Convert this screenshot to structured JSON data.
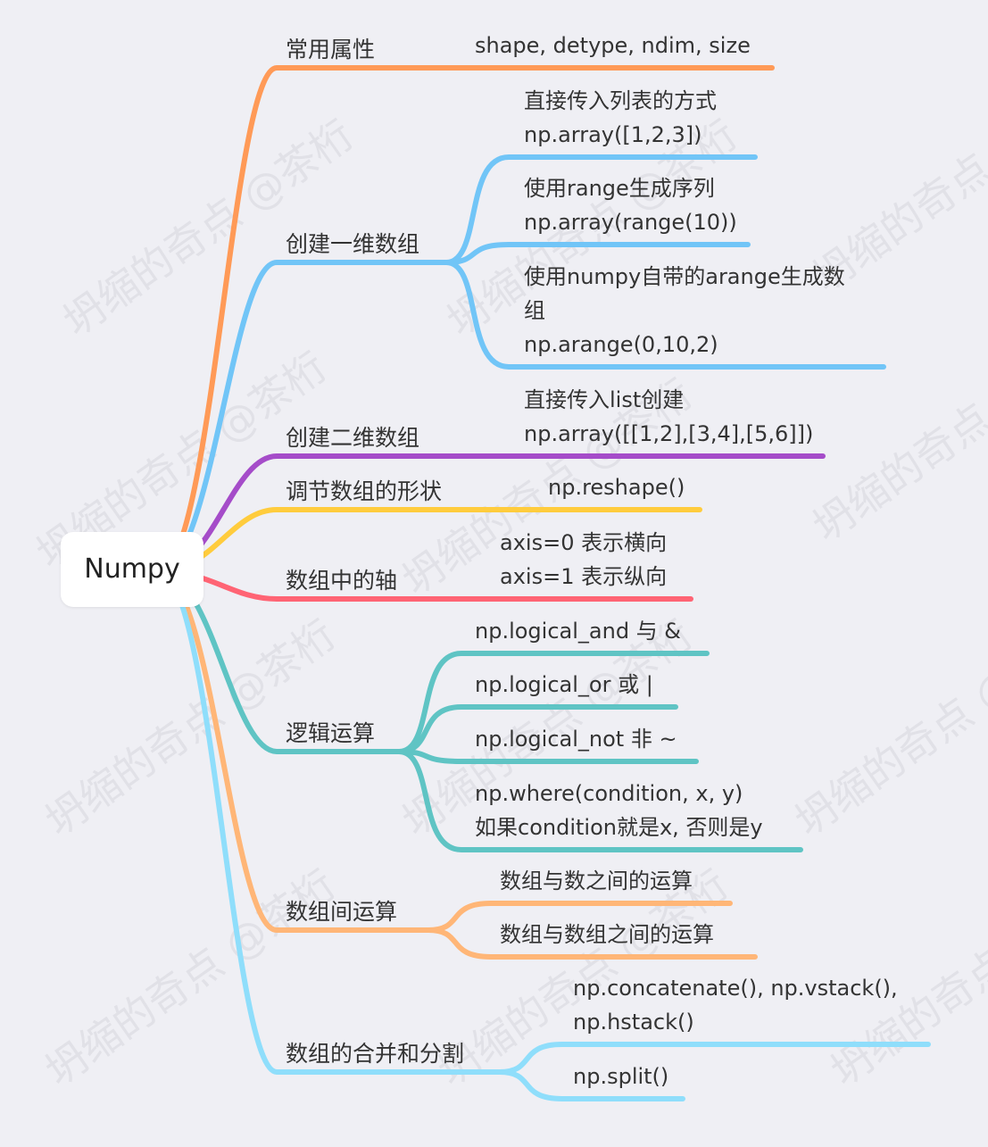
{
  "root": {
    "label": "Numpy"
  },
  "branches": [
    {
      "label": "常用属性",
      "color": "#ff9a57",
      "leaves": [
        {
          "lines": [
            "shape, detype, ndim, size"
          ]
        }
      ]
    },
    {
      "label": "创建一维数组",
      "color": "#71c5f7",
      "leaves": [
        {
          "lines": [
            "直接传入列表的方式",
            "np.array([1,2,3])"
          ]
        },
        {
          "lines": [
            "使用range生成序列",
            "np.array(range(10))"
          ]
        },
        {
          "lines": [
            "使用numpy自带的arange生成数",
            "组",
            "np.arange(0,10,2)"
          ]
        }
      ]
    },
    {
      "label": "创建二维数组",
      "color": "#a54cc9",
      "leaves": [
        {
          "lines": [
            "直接传入list创建",
            "np.array([[1,2],[3,4],[5,6]])"
          ]
        }
      ]
    },
    {
      "label": "调节数组的形状",
      "color": "#ffcc3d",
      "leaves": [
        {
          "lines": [
            "np.reshape()"
          ]
        }
      ]
    },
    {
      "label": "数组中的轴",
      "color": "#ff6474",
      "leaves": [
        {
          "lines": [
            "axis=0 表示横向",
            "axis=1 表示纵向"
          ]
        }
      ]
    },
    {
      "label": "逻辑运算",
      "color": "#5fc4c4",
      "leaves": [
        {
          "lines": [
            "np.logical_and 与 &"
          ]
        },
        {
          "lines": [
            "np.logical_or 或 |"
          ]
        },
        {
          "lines": [
            "np.logical_not 非 ~"
          ]
        },
        {
          "lines": [
            "np.where(condition, x, y)",
            "如果condition就是x, 否则是y"
          ]
        }
      ]
    },
    {
      "label": "数组间运算",
      "color": "#ffb677",
      "leaves": [
        {
          "lines": [
            "数组与数之间的运算"
          ]
        },
        {
          "lines": [
            "数组与数组之间的运算"
          ]
        }
      ]
    },
    {
      "label": "数组的合并和分割",
      "color": "#8fdefb",
      "leaves": [
        {
          "lines": [
            "np.concatenate(), np.vstack(),",
            "np.hstack()"
          ]
        },
        {
          "lines": [
            "np.split()"
          ]
        }
      ]
    }
  ],
  "watermark": {
    "text": "坍缩的奇点 @茶桁"
  }
}
